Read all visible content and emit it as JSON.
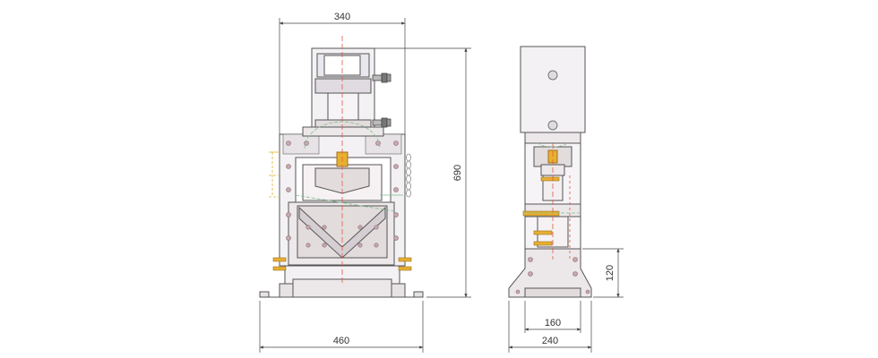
{
  "dimensions": {
    "front_top_width": "340",
    "front_base_width": "460",
    "front_height": "690",
    "side_base_inner_width": "160",
    "side_base_width": "240",
    "side_base_height": "120"
  },
  "colors": {
    "outline": "#555555",
    "fill_body": "#f3f1f4",
    "fill_cylinder": "#eae7ee",
    "fill_panel": "#e3dcdd",
    "fill_dark_panel": "#d5cfd3",
    "fill_lower": "#e7e2e5",
    "centerline": "#e45a3a",
    "yellow": "#e8b030",
    "green": "#7dbf8c",
    "dim_line": "#444444"
  },
  "icons": [
    "bolt-icon",
    "hydraulic-fitting-icon",
    "chain-icon"
  ]
}
